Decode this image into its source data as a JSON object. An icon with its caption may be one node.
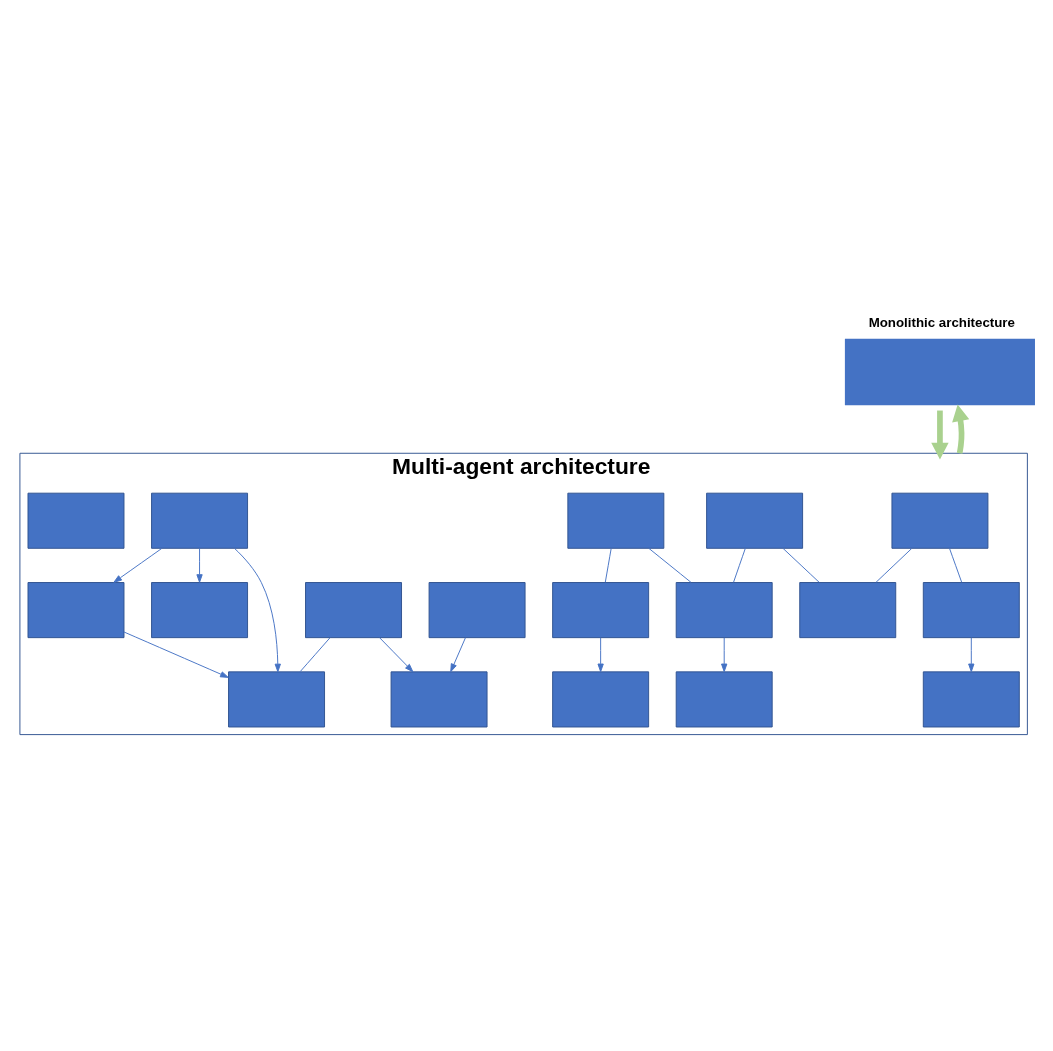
{
  "diagram": {
    "nodes": [
      {
        "text": [
          "Monolithic architecture"
        ]
      },
      {
        "text": [
          "Multi-agent architecture"
        ]
      },
      {
        "text": [],
        "shape": "box",
        "in": 1
      },
      {
        "text": [],
        "shape": "box",
        "in": 1
      },
      {
        "text": [],
        "shape": "box",
        "in": 1
      },
      {
        "text": [],
        "shape": "box",
        "in": 1
      },
      {
        "text": [],
        "shape": "box",
        "in": 1
      },
      {
        "text": [],
        "shape": "box",
        "in": 1
      },
      {
        "text": [],
        "shape": "box",
        "in": 1
      },
      {
        "text": [],
        "shape": "box",
        "in": 1
      },
      {
        "text": [],
        "shape": "box",
        "in": 1
      },
      {
        "text": [],
        "shape": "box",
        "in": 1
      },
      {
        "text": [],
        "shape": "box",
        "in": 1
      },
      {
        "text": [],
        "shape": "box",
        "in": 1
      },
      {
        "text": [],
        "shape": "box",
        "in": 1
      },
      {
        "text": [],
        "shape": "box",
        "in": 1
      },
      {
        "text": [],
        "shape": "box",
        "in": 1
      },
      {
        "text": [],
        "shape": "box",
        "in": 1
      },
      {
        "text": [],
        "shape": "box",
        "in": 1
      },
      {
        "text": [],
        "shape": "box",
        "in": 1
      }
    ],
    "edges": [
      {
        "from": 0,
        "to": 1,
        "arrow": "to",
        "style": "thick",
        "color": "#a9d18e"
      },
      {
        "from": 1,
        "to": 0,
        "arrow": "to",
        "style": "thick",
        "color": "#a9d18e"
      },
      {
        "from": 2,
        "to": 5,
        "arrow": "none"
      },
      {
        "from": 2,
        "to": 3,
        "arrow": "none"
      },
      {
        "from": 5,
        "to": 10,
        "arrow": "to"
      },
      {
        "from": 7,
        "to": 3,
        "arrow": "none"
      },
      {
        "from": 7,
        "to": 6,
        "arrow": "none"
      },
      {
        "from": 12,
        "to": 6,
        "arrow": "none"
      },
      {
        "from": 4,
        "to": 11,
        "arrow": "to"
      },
      {
        "from": 8,
        "to": 9,
        "arrow": "to"
      },
      {
        "from": 6,
        "to": 18,
        "arrow": "to"
      },
      {
        "from": 8,
        "to": 14,
        "arrow": "to"
      },
      {
        "from": 8,
        "to": 15,
        "arrow": "to"
      },
      {
        "from": 14,
        "to": 15,
        "arrow": "to"
      },
      {
        "from": 19,
        "to": 11,
        "arrow": "to"
      },
      {
        "from": 19,
        "to": 15,
        "arrow": "none"
      },
      {
        "from": 12,
        "to": 17,
        "arrow": "none"
      },
      {
        "from": 17,
        "to": 16,
        "arrow": "to"
      }
    ]
  }
}
